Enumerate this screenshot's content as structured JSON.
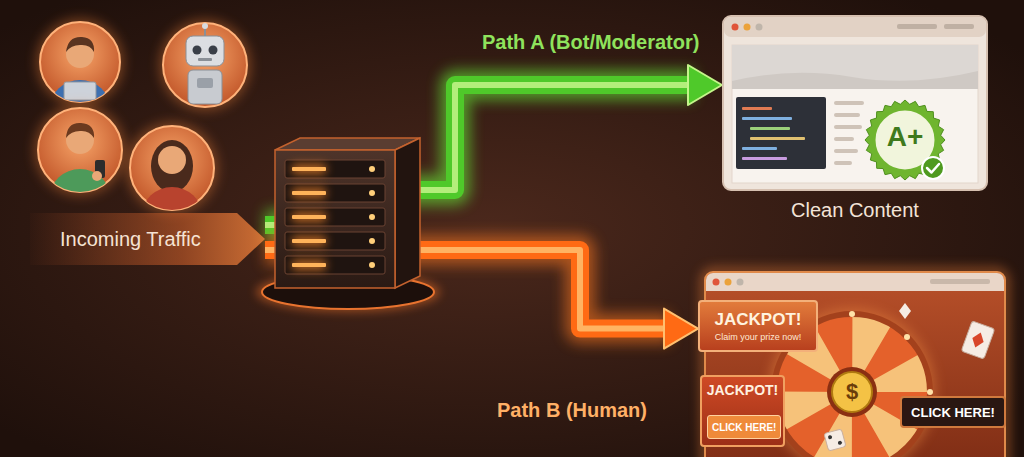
{
  "diagram": {
    "nodes": [
      {
        "text": [
          "Incoming Traffic"
        ]
      },
      {
        "text": [
          "Clean Content"
        ]
      },
      {
        "text": [
          "A+"
        ],
        "in": 1
      },
      {
        "text": [
          "JACKPOT!",
          "Claim your prize now!"
        ]
      },
      {
        "text": [
          "JACKPOT!"
        ]
      },
      {
        "text": [
          "CLICK HERE!"
        ],
        "in": 4
      },
      {
        "text": [
          "CLICK HERE!"
        ]
      }
    ],
    "edges": [
      {
        "from": 0,
        "to": 1,
        "arrow": "to",
        "label": "Path A (Bot/Moderator)"
      },
      {
        "from": 0,
        "to": 3,
        "arrow": "to",
        "label": "Path B (Human)"
      }
    ],
    "labels": [
      "$"
    ]
  }
}
